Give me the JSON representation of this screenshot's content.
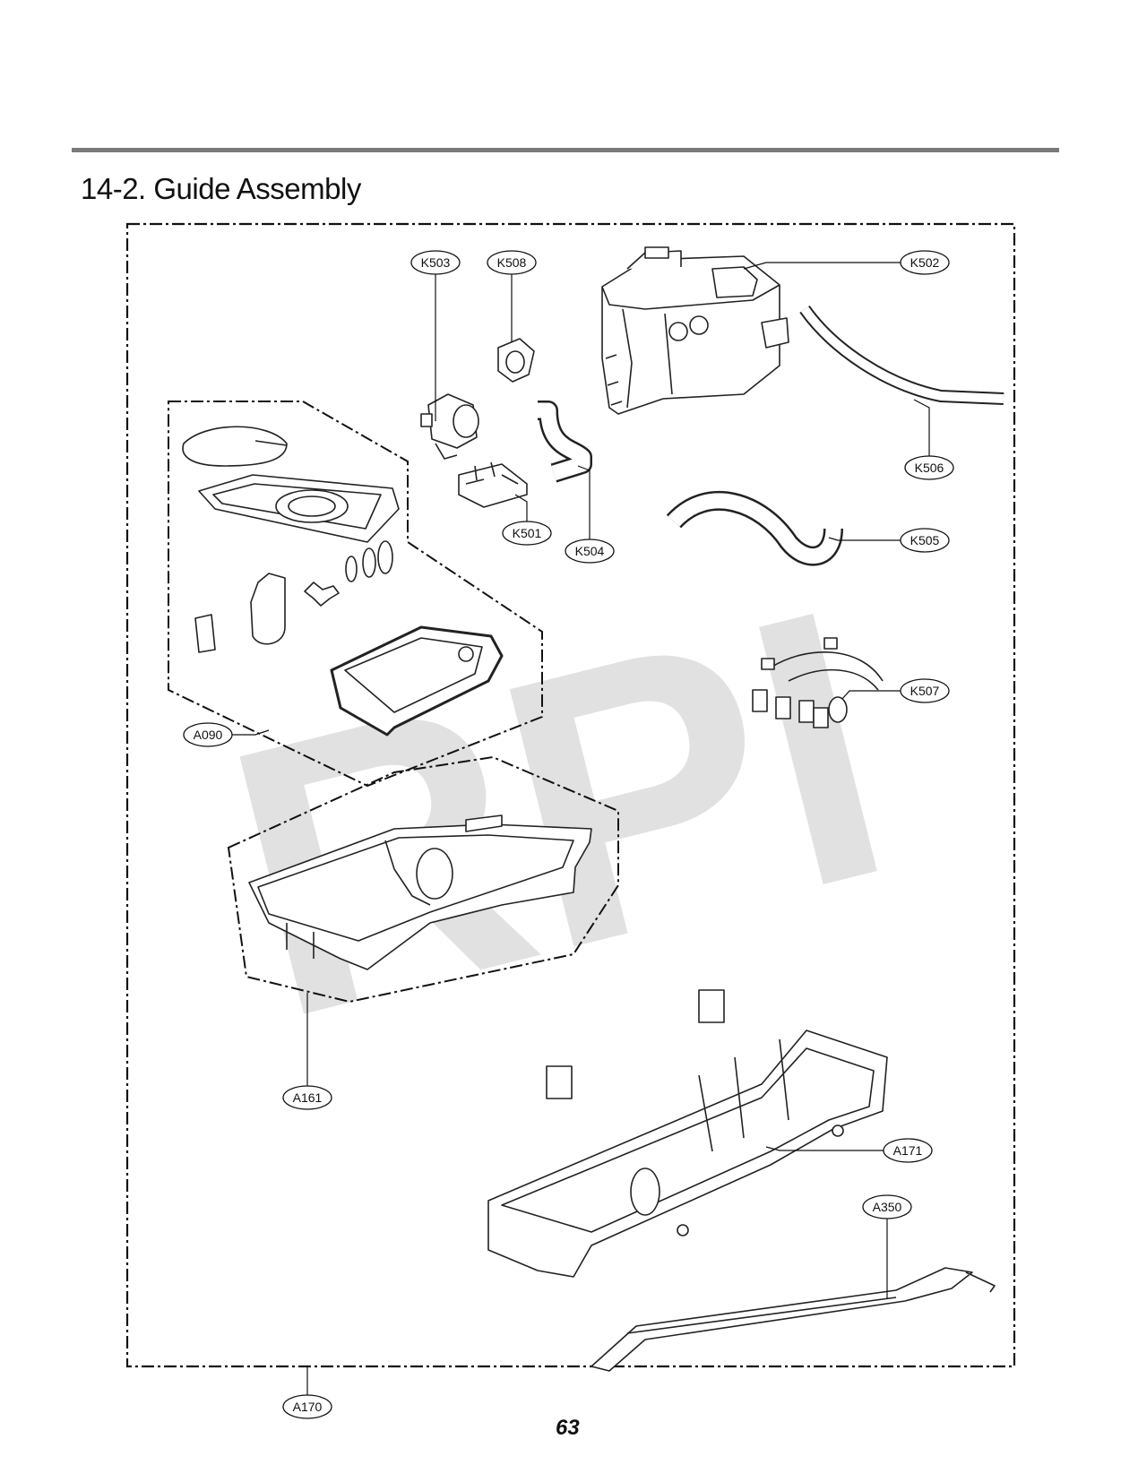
{
  "page": {
    "title": "14-2. Guide Assembly",
    "page_number": "63",
    "watermark": "RPI"
  },
  "callouts": {
    "k503": "K503",
    "k508": "K508",
    "k502": "K502",
    "k506": "K506",
    "k501": "K501",
    "k504": "K504",
    "k505": "K505",
    "k507": "K507",
    "a090": "A090",
    "a161": "A161",
    "a171": "A171",
    "a350": "A350",
    "a170": "A170"
  }
}
